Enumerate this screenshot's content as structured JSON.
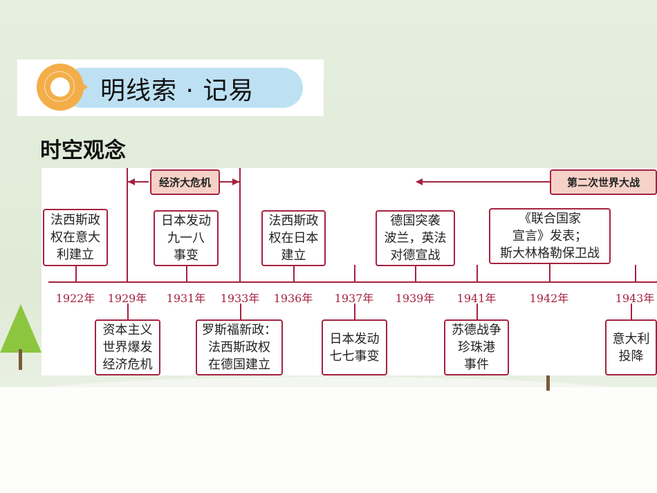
{
  "header": {
    "title": "明线索 · 记易",
    "accent": "#f3ae4a",
    "pill_color": "#bde1f3"
  },
  "section_title": "时空观念",
  "timeline": {
    "line_color": "#a5213f",
    "periods": [
      {
        "label": "经济大危机"
      },
      {
        "label": "第二次世界大战"
      }
    ],
    "years": [
      "1922年",
      "1929年",
      "1931年",
      "1933年",
      "1936年",
      "1937年",
      "1939年",
      "1941年",
      "1942年",
      "1943年"
    ],
    "top_events": [
      {
        "year": "1922年",
        "text": "法西斯政\n权在意大\n利建立"
      },
      {
        "year": "1931年",
        "text": "日本发动\n九一八\n事变"
      },
      {
        "year": "1936年",
        "text": "法西斯政\n权在日本\n建立"
      },
      {
        "year": "1939年",
        "text": "德国突袭\n波兰，英法\n对德宣战"
      },
      {
        "year": "1942年",
        "text": "《联合国家\n宣言》发表；\n斯大林格勒保卫战"
      }
    ],
    "bottom_events": [
      {
        "year": "1929年",
        "text": "资本主义\n世界爆发\n经济危机"
      },
      {
        "year": "1933年",
        "text": "罗斯福新政：\n法西斯政权\n在德国建立"
      },
      {
        "year": "1937年",
        "text": "日本发动\n七七事变"
      },
      {
        "year": "1941年",
        "text": "苏德战争\n珍珠港\n事件"
      },
      {
        "year": "1943年",
        "text": "意大利\n投降"
      }
    ]
  }
}
